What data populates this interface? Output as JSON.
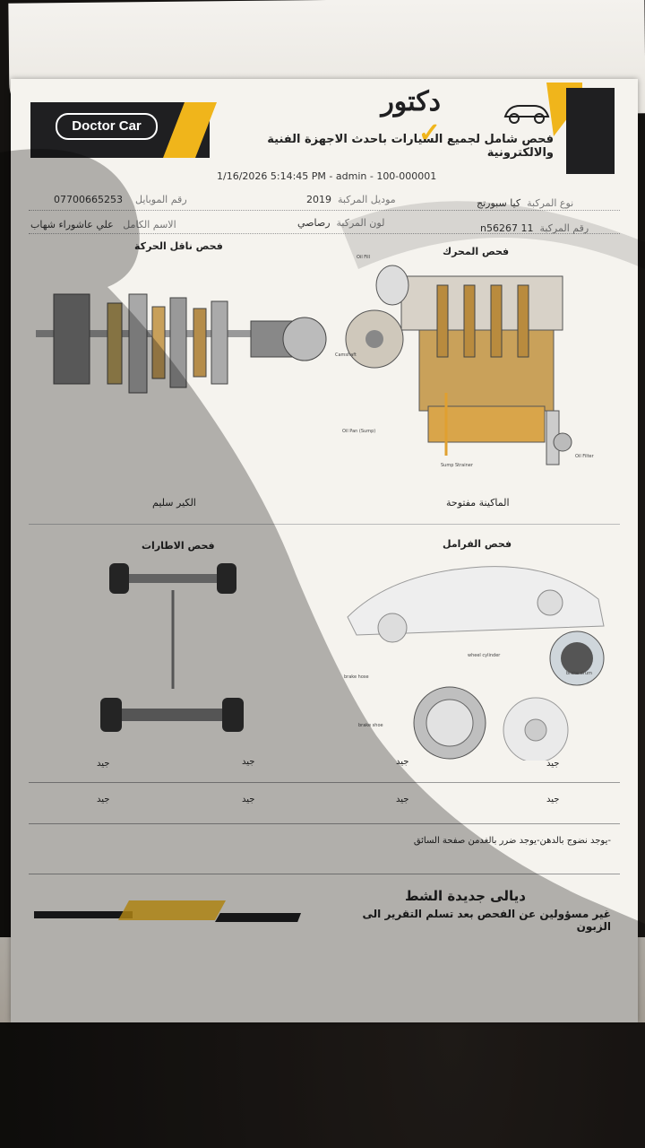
{
  "header": {
    "logo_en": "Doctor Car",
    "brand_ar": "دكتور",
    "tagline": "فحص شامل لجميع السيارات باحدث الاجهزة الفنية والالكترونية",
    "meta_line": "1/16/2026 5:14:45 PM - admin - 100-000001"
  },
  "info": {
    "car_type_label": "نوع المركبة",
    "car_type_value": "كيا سبورتج",
    "model_label": "موديل المركبة",
    "model_value": "2019",
    "mobile_label": "رقم الموبايل",
    "mobile_value": "07700665253",
    "plate_label": "رقم المركبة",
    "plate_value": "11  n56267",
    "color_label": "لون المركبة",
    "color_value": "رصاصي",
    "name_label": "الاسم الكامل",
    "name_value": "علي عاشوراء شهاب"
  },
  "sections": {
    "engine_title": "فحص المحرك",
    "transmission_title": "فحص ناقل الحركة",
    "brakes_title": "فحص الفرامل",
    "tires_title": "فحص الاطارات",
    "engine_caption": "الماكينة مفتوحة",
    "transmission_caption": "الكير سليم"
  },
  "diagram_labels": {
    "wheel_cylinder": "wheel cylinder",
    "brake_hose": "brake hose",
    "brake_drum": "brake drum",
    "brake_shoe": "brake shoe",
    "camshaft": "Camshaft",
    "oil_pan": "Oil Pan (Sump)",
    "sump_strainer": "Sump Strainer",
    "oil_filter": "Oil Filter"
  },
  "results": {
    "row1": [
      "جيد",
      "جيد",
      "جيد",
      "جيد"
    ],
    "row2": [
      "جيد",
      "جيد",
      "جيد",
      "جيد"
    ]
  },
  "note": "-يوجد نضوج بالدهن-يوجد ضرر بالغدمن صفحة السائق",
  "footer": {
    "line1": "ديالى جديدة الشط",
    "line2": "غير مسؤولين عن الفحص بعد تسلم التقرير الى الزبون"
  },
  "colors": {
    "accent": "#f0b51b",
    "dark": "#1f1f21",
    "paper": "#f5f3ee"
  }
}
